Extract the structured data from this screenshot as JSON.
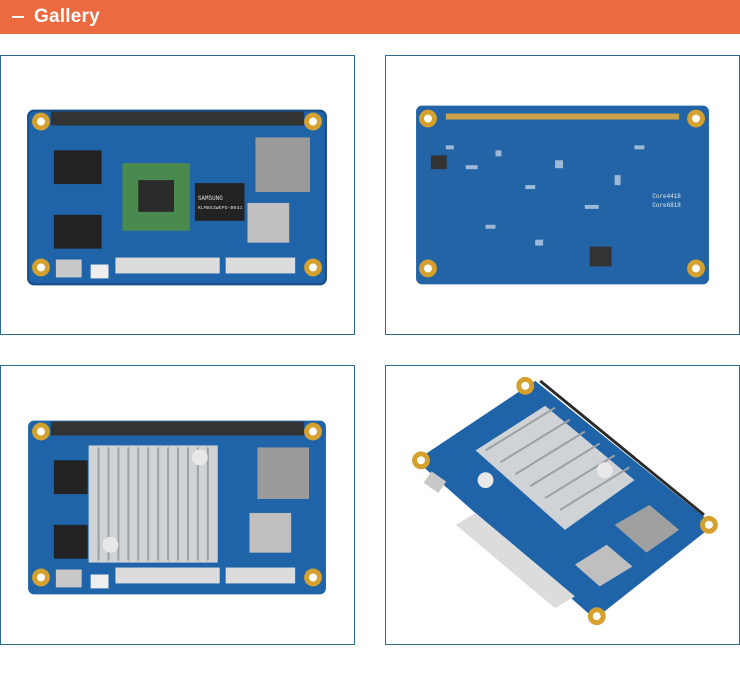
{
  "section": {
    "title": "Gallery",
    "toggle_icon": "minus-icon",
    "accent_color": "#ec6a3f"
  },
  "gallery": {
    "items": [
      {
        "icon": "board-top-view-image"
      },
      {
        "icon": "board-bottom-view-image"
      },
      {
        "icon": "board-heatsink-top-image"
      },
      {
        "icon": "board-heatsink-angled-image"
      }
    ],
    "board": {
      "chip_labels": [
        "SAMSUNG",
        "KLM8G1WEPD-B031"
      ],
      "silkscreen": [
        "Core4418",
        "Core6818"
      ]
    }
  }
}
